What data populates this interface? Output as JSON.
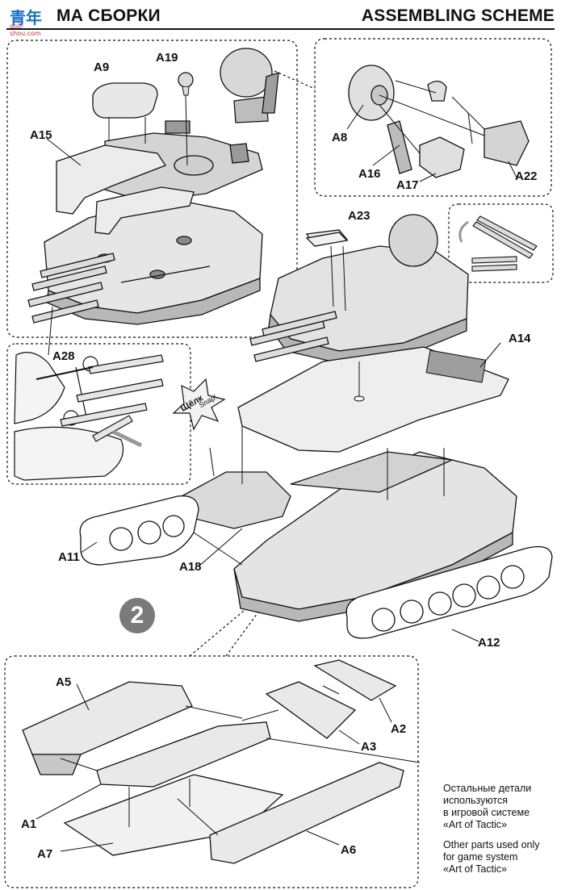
{
  "header": {
    "left_title": "МА СБОРКИ",
    "right_title": "ASSEMBLING SCHEME"
  },
  "watermark": {
    "main": "青年",
    "sub": "goo-shou.com"
  },
  "step_number": "2",
  "part_labels": {
    "A9": "A9",
    "A19": "A19",
    "A15": "A15",
    "A28": "A28",
    "A8": "A8",
    "A16": "A16",
    "A17": "A17",
    "A22": "A22",
    "A23": "A23",
    "A14": "A14",
    "A11": "A11",
    "A18": "A18",
    "A12": "A12",
    "A5": "A5",
    "A2": "A2",
    "A3": "A3",
    "A1": "A1",
    "A7": "A7",
    "A6": "A6"
  },
  "snap_callout": {
    "ru": "Щёлк",
    "en": "Snap!"
  },
  "notes": {
    "ru": [
      "Остальные детали",
      "используются",
      "в игровой системе",
      "«Art of Tactic»"
    ],
    "en": [
      "Other parts used only",
      "for game system",
      "«Art of Tactic»"
    ]
  },
  "colors": {
    "line": "#111111",
    "fill_part": "#e6e6e6",
    "fill_dark": "#9a9a9a",
    "step_badge": "#7a7a7a"
  }
}
